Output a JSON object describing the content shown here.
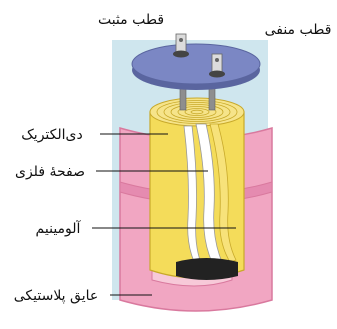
{
  "labels": {
    "positive_terminal": "قطب مثبت",
    "negative_terminal": "قطب منفی",
    "dielectric": "دی‌الکتریک",
    "metal_plate": "صفحهٔ فلزی",
    "aluminum": "آلومینیم",
    "plastic_insulator": "عایق پلاستیکی"
  },
  "colors": {
    "casing_pink": "#f1a6c2",
    "casing_inner": "#f7c9d8",
    "casing_edge": "#d9799e",
    "winding_yellow": "#f4dc5a",
    "winding_top": "#f6e48a",
    "lid_blue": "#7b87c4",
    "lid_rim": "#5a659f",
    "foil_white": "#ffffff",
    "background_blue": "#cfe6ee",
    "electrolyte_dark": "#222222"
  }
}
